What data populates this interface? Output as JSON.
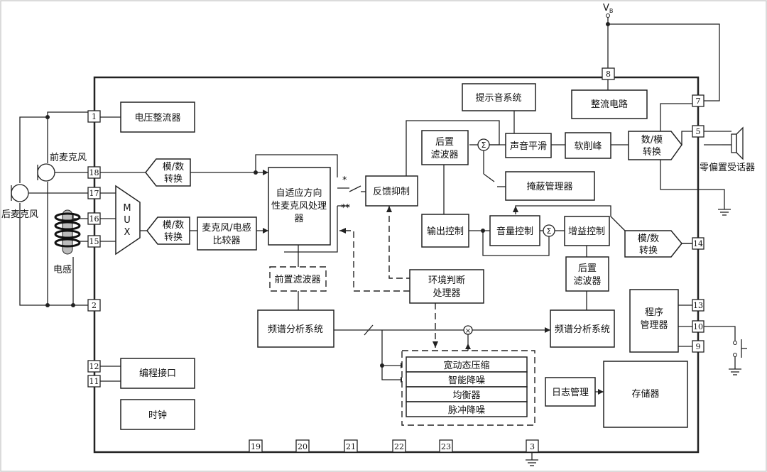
{
  "supply_label": "V",
  "supply_subscript": "B",
  "blocks": {
    "voltage_regulator": "电压整流器",
    "adc_top": [
      "模/数",
      "转换"
    ],
    "adc_mid": [
      "模/数",
      "转换"
    ],
    "mux": [
      "M",
      "U",
      "X"
    ],
    "mic_comparator": [
      "麦克风/电感",
      "比较器"
    ],
    "adaptive_processor": [
      "自适应方向",
      "性麦克风处理",
      "器"
    ],
    "pre_filter": "前置滤波器",
    "spectrum_left": "频谱分析系统",
    "spectrum_right": "频谱分析系统",
    "feedback_suppression": "反馈抑制",
    "env_processor": [
      "环境判断",
      "处理器"
    ],
    "post_filter_top": [
      "后置",
      "滤波器"
    ],
    "post_filter_mid": [
      "后置",
      "滤波器"
    ],
    "prompt_system": "提示音系统",
    "sound_smoothing": "声音平滑",
    "soft_clipping": "软削峰",
    "rectifier": "整流电路",
    "dac": [
      "数/模",
      "转换"
    ],
    "masking_manager": "掩蔽管理器",
    "output_control": "输出控制",
    "volume_control": "音量控制",
    "gain_control": "增益控制",
    "adc_right": [
      "模/数",
      "转换"
    ],
    "program_manager": [
      "程序",
      "管理器"
    ],
    "wdrc": "宽动态压缩",
    "smart_nr": "智能降噪",
    "equalizer": "均衡器",
    "impulse_nr": "脉冲降噪",
    "log_manager": "日志管理",
    "memory": "存储器",
    "prog_interface": "编程接口",
    "clock": "时钟"
  },
  "symbols": {
    "sum": "Σ",
    "multiply": "×",
    "switch_a": "*",
    "switch_b": "**"
  },
  "external": {
    "front_mic": "前麦克风",
    "rear_mic": "后麦克风",
    "inductor": "电感",
    "receiver": "零偏置受话器"
  },
  "pins": {
    "p1": "1",
    "p2": "2",
    "p3": "3",
    "p5": "5",
    "p7": "7",
    "p8": "8",
    "p9": "9",
    "p10": "10",
    "p11": "11",
    "p12": "12",
    "p13": "13",
    "p14": "14",
    "p15": "15",
    "p16": "16",
    "p17": "17",
    "p18": "18",
    "p19": "19",
    "p20": "20",
    "p21": "21",
    "p22": "22",
    "p23": "23"
  }
}
